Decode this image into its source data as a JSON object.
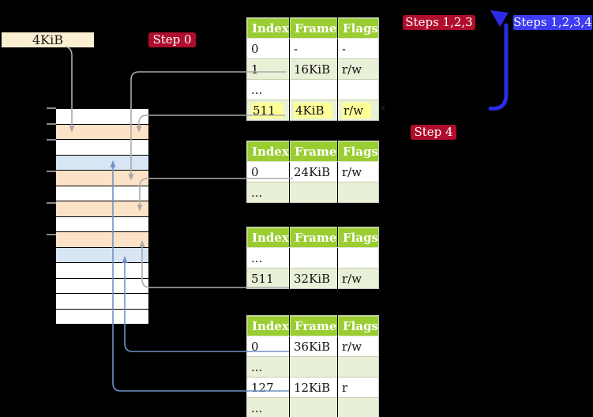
{
  "labels": {
    "page_size": "4KiB",
    "step0": "Step 0",
    "steps123": "Steps 1,2,3",
    "steps1234": "Steps 1,2,3,4",
    "step4": "Step 4"
  },
  "tables": {
    "columns": [
      "Index",
      "Frame",
      "Flags"
    ],
    "t1": {
      "rows": [
        [
          "0",
          "-",
          "-"
        ],
        [
          "1",
          "16KiB",
          "r/w"
        ],
        [
          "...",
          "",
          ""
        ],
        [
          "511",
          "4KiB",
          "r/w"
        ]
      ]
    },
    "t2": {
      "rows": [
        [
          "0",
          "24KiB",
          "r/w"
        ],
        [
          "...",
          "",
          ""
        ]
      ]
    },
    "t3": {
      "rows": [
        [
          "...",
          "",
          ""
        ],
        [
          "511",
          "32KiB",
          "r/w"
        ]
      ]
    },
    "t4": {
      "rows": [
        [
          "0",
          "36KiB",
          "r/w"
        ],
        [
          "...",
          "",
          ""
        ],
        [
          "127",
          "12KiB",
          "r"
        ],
        [
          "...",
          "",
          ""
        ]
      ]
    }
  },
  "stack": {
    "rows": [
      "white",
      "peach",
      "white",
      "blue",
      "peach",
      "white",
      "peach",
      "white",
      "peach",
      "blue",
      "white",
      "white",
      "white",
      "white"
    ]
  },
  "colors": {
    "header_green": "#9ACD32",
    "row_green": "#E9F0D8",
    "highlight_yellow": "#FFFF99",
    "peach": "#FCE3C7",
    "light_blue": "#D8E5F4",
    "wheat": "#FAEFD0",
    "crimson": "#AE0E2C",
    "label_blue": "#3B3BF2",
    "gray_arrow": "#ABABAB",
    "blue_arrow": "#7191C4",
    "thick_blue": "#2B2BE6"
  }
}
